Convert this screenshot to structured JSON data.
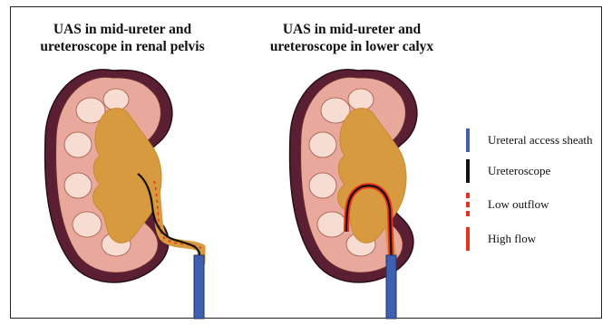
{
  "panels": [
    {
      "title_line1": "UAS in mid-ureter and",
      "title_line2": "ureteroscope in renal pelvis"
    },
    {
      "title_line1": "UAS in mid-ureter and",
      "title_line2": "ureteroscope in lower calyx"
    }
  ],
  "legend": [
    {
      "label": "Ureteral access sheath",
      "color": "#3f5fb0",
      "style": "solid"
    },
    {
      "label": "Ureteroscope",
      "color": "#111111",
      "style": "solid"
    },
    {
      "label": "Low outflow",
      "color": "#e8321e",
      "style": "dashed"
    },
    {
      "label": "High flow",
      "color": "#e8321e",
      "style": "solid"
    }
  ]
}
